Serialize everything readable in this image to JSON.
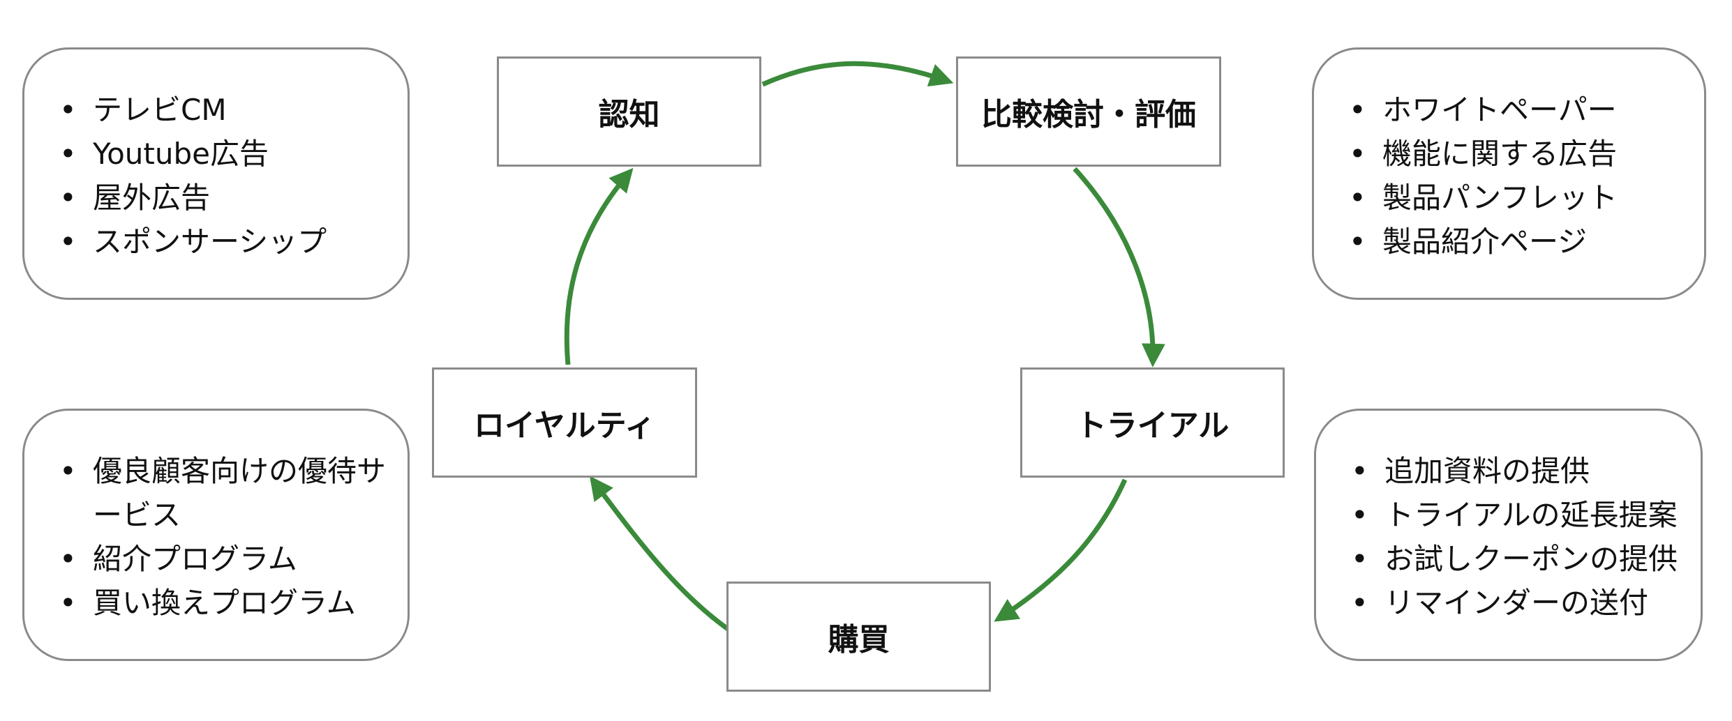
{
  "arrow_color": "#3a8a3a",
  "border_color": "#8a8a8a",
  "stages": {
    "awareness": "認知",
    "comparison": "比較検討・評価",
    "trial": "トライアル",
    "purchase": "購買",
    "loyalty": "ロイヤルティ"
  },
  "notes": {
    "awareness": [
      "テレビCM",
      "Youtube広告",
      "屋外広告",
      "スポンサーシップ"
    ],
    "comparison": [
      "ホワイトペーパー",
      "機能に関する広告",
      "製品パンフレット",
      "製品紹介ページ"
    ],
    "loyalty": [
      "優良顧客向けの優待サービス",
      "紹介プログラム",
      "買い換えプログラム"
    ],
    "trial": [
      "追加資料の提供",
      "トライアルの延長提案",
      "お試しクーポンの提供",
      "リマインダーの送付"
    ]
  },
  "bullet": "•"
}
